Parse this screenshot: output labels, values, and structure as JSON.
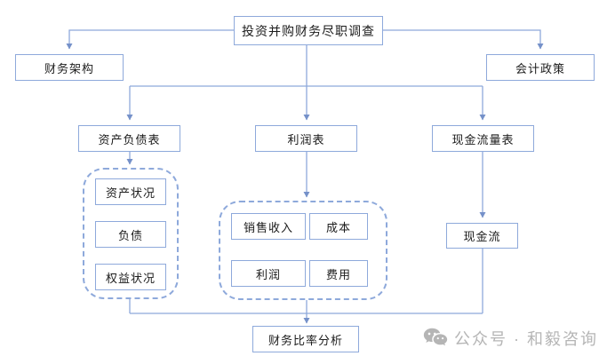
{
  "diagram": {
    "root": "投资并购财务尽职调查",
    "financial_structure": "财务架构",
    "accounting_policy": "会计政策",
    "statements": [
      "资产负债表",
      "利润表",
      "现金流量表"
    ],
    "balance_sheet_details": [
      "资产状况",
      "负债",
      "权益状况"
    ],
    "income_details": [
      "销售收入",
      "成本",
      "利润",
      "费用"
    ],
    "cash_flow_detail": "现金流",
    "analysis": "财务比率分析"
  },
  "watermark": {
    "icon": "wechat-icon",
    "text": "公众号 · 和毅咨询"
  },
  "colors": {
    "box_border": "#8ea9db",
    "connector": "#8ea9db",
    "arrowhead": "#7591c9",
    "text": "#1c1c1c",
    "watermark_text": "#b5b5b5"
  }
}
